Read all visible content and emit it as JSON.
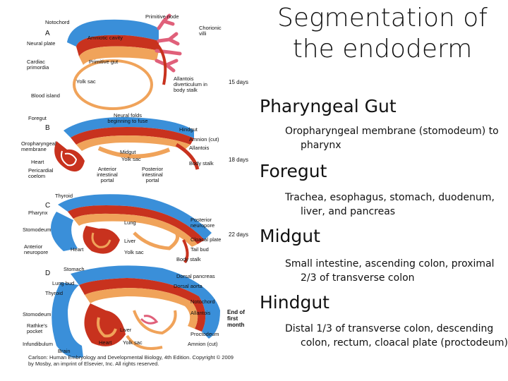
{
  "title": "Segmentation of the endoderm",
  "sections": [
    {
      "heading": "Pharyngeal Gut",
      "detail": "Oropharyngeal membrane (stomodeum) to pharynx"
    },
    {
      "heading": "Foregut",
      "detail": "Trachea, esophagus, stomach, duodenum, liver, and pancreas"
    },
    {
      "heading": "Midgut",
      "detail": "Small intestine, ascending colon, proximal 2/3 of transverse colon"
    },
    {
      "heading": "Hindgut",
      "detail": "Distal 1/3 of transverse colon, descending colon, rectum, cloacal plate (proctodeum)"
    }
  ],
  "figure": {
    "panels": {
      "a": {
        "letter": "A",
        "days": "15 days",
        "labels": {
          "notochord": "Notochord",
          "primitive_node": "Primitive node",
          "neural_plate": "Neural plate",
          "amniotic_cavity": "Amniotic cavity",
          "chorionic_villi": "Chorionic villi",
          "cardiac_primordia": "Cardiac primordia",
          "primitive_gut": "Primitive gut",
          "yolk_sac": "Yolk sac",
          "allantois": "Allantois diverticulum in body stalk",
          "blood_island": "Blood island"
        }
      },
      "b": {
        "letter": "B",
        "days": "18 days",
        "labels": {
          "foregut": "Foregut",
          "neural_folds": "Neural folds beginning to fuse",
          "hindgut": "Hindgut",
          "amnion": "Amnion (cut)",
          "allantois": "Allantois",
          "oropharyngeal": "Oropharyngeal membrane",
          "midgut": "Midgut",
          "yolk_sac": "Yolk sac",
          "body_stalk": "Body stalk",
          "heart": "Heart",
          "pericardial": "Pericardial coelom",
          "anterior_portal": "Anterior intestinal portal",
          "posterior_portal": "Posterior intestinal portal"
        }
      },
      "c": {
        "letter": "C",
        "days": "22 days",
        "labels": {
          "thyroid": "Thyroid",
          "pharynx": "Pharynx",
          "lung": "Lung",
          "posterior_neuropore": "Posterior neuropore",
          "stomodeum": "Stomodeum",
          "liver": "Liver",
          "cloacal_plate": "Cloacal plate",
          "tail_bud": "Tail bud",
          "anterior_neuropore": "Anterior neuropore",
          "heart": "Heart",
          "yolk_sac": "Yolk sac",
          "body_stalk": "Body stalk"
        }
      },
      "d": {
        "letter": "D",
        "days": "End of first month",
        "labels": {
          "stomach": "Stomach",
          "dorsal_pancreas": "Dorsal pancreas",
          "lung_bud": "Lung bud",
          "dorsal_aorta": "Dorsal aorta",
          "thyroid": "Thyroid",
          "notochord": "Notochord",
          "stomodeum": "Stomodeum",
          "allantois": "Allantois",
          "rathkes_pocket": "Rathke's pocket",
          "liver": "Liver",
          "proctodeum": "Proctodeum",
          "infundibulum": "Infundibulum",
          "heart": "Heart",
          "yolk_sac": "Yolk sac",
          "amnion": "Amnion (cut)",
          "brain": "Brain"
        }
      }
    },
    "credit": "Carlson: Human Embryology and Developmental Biology, 4th Edition. Copyright © 2009 by Mosby, an imprint of Elsevier, Inc. All rights reserved.",
    "colors": {
      "ectoderm": "#3a8fd9",
      "endoderm": "#f0a35a",
      "mesoderm": "#c8321e",
      "villi": "#e0607a"
    }
  }
}
